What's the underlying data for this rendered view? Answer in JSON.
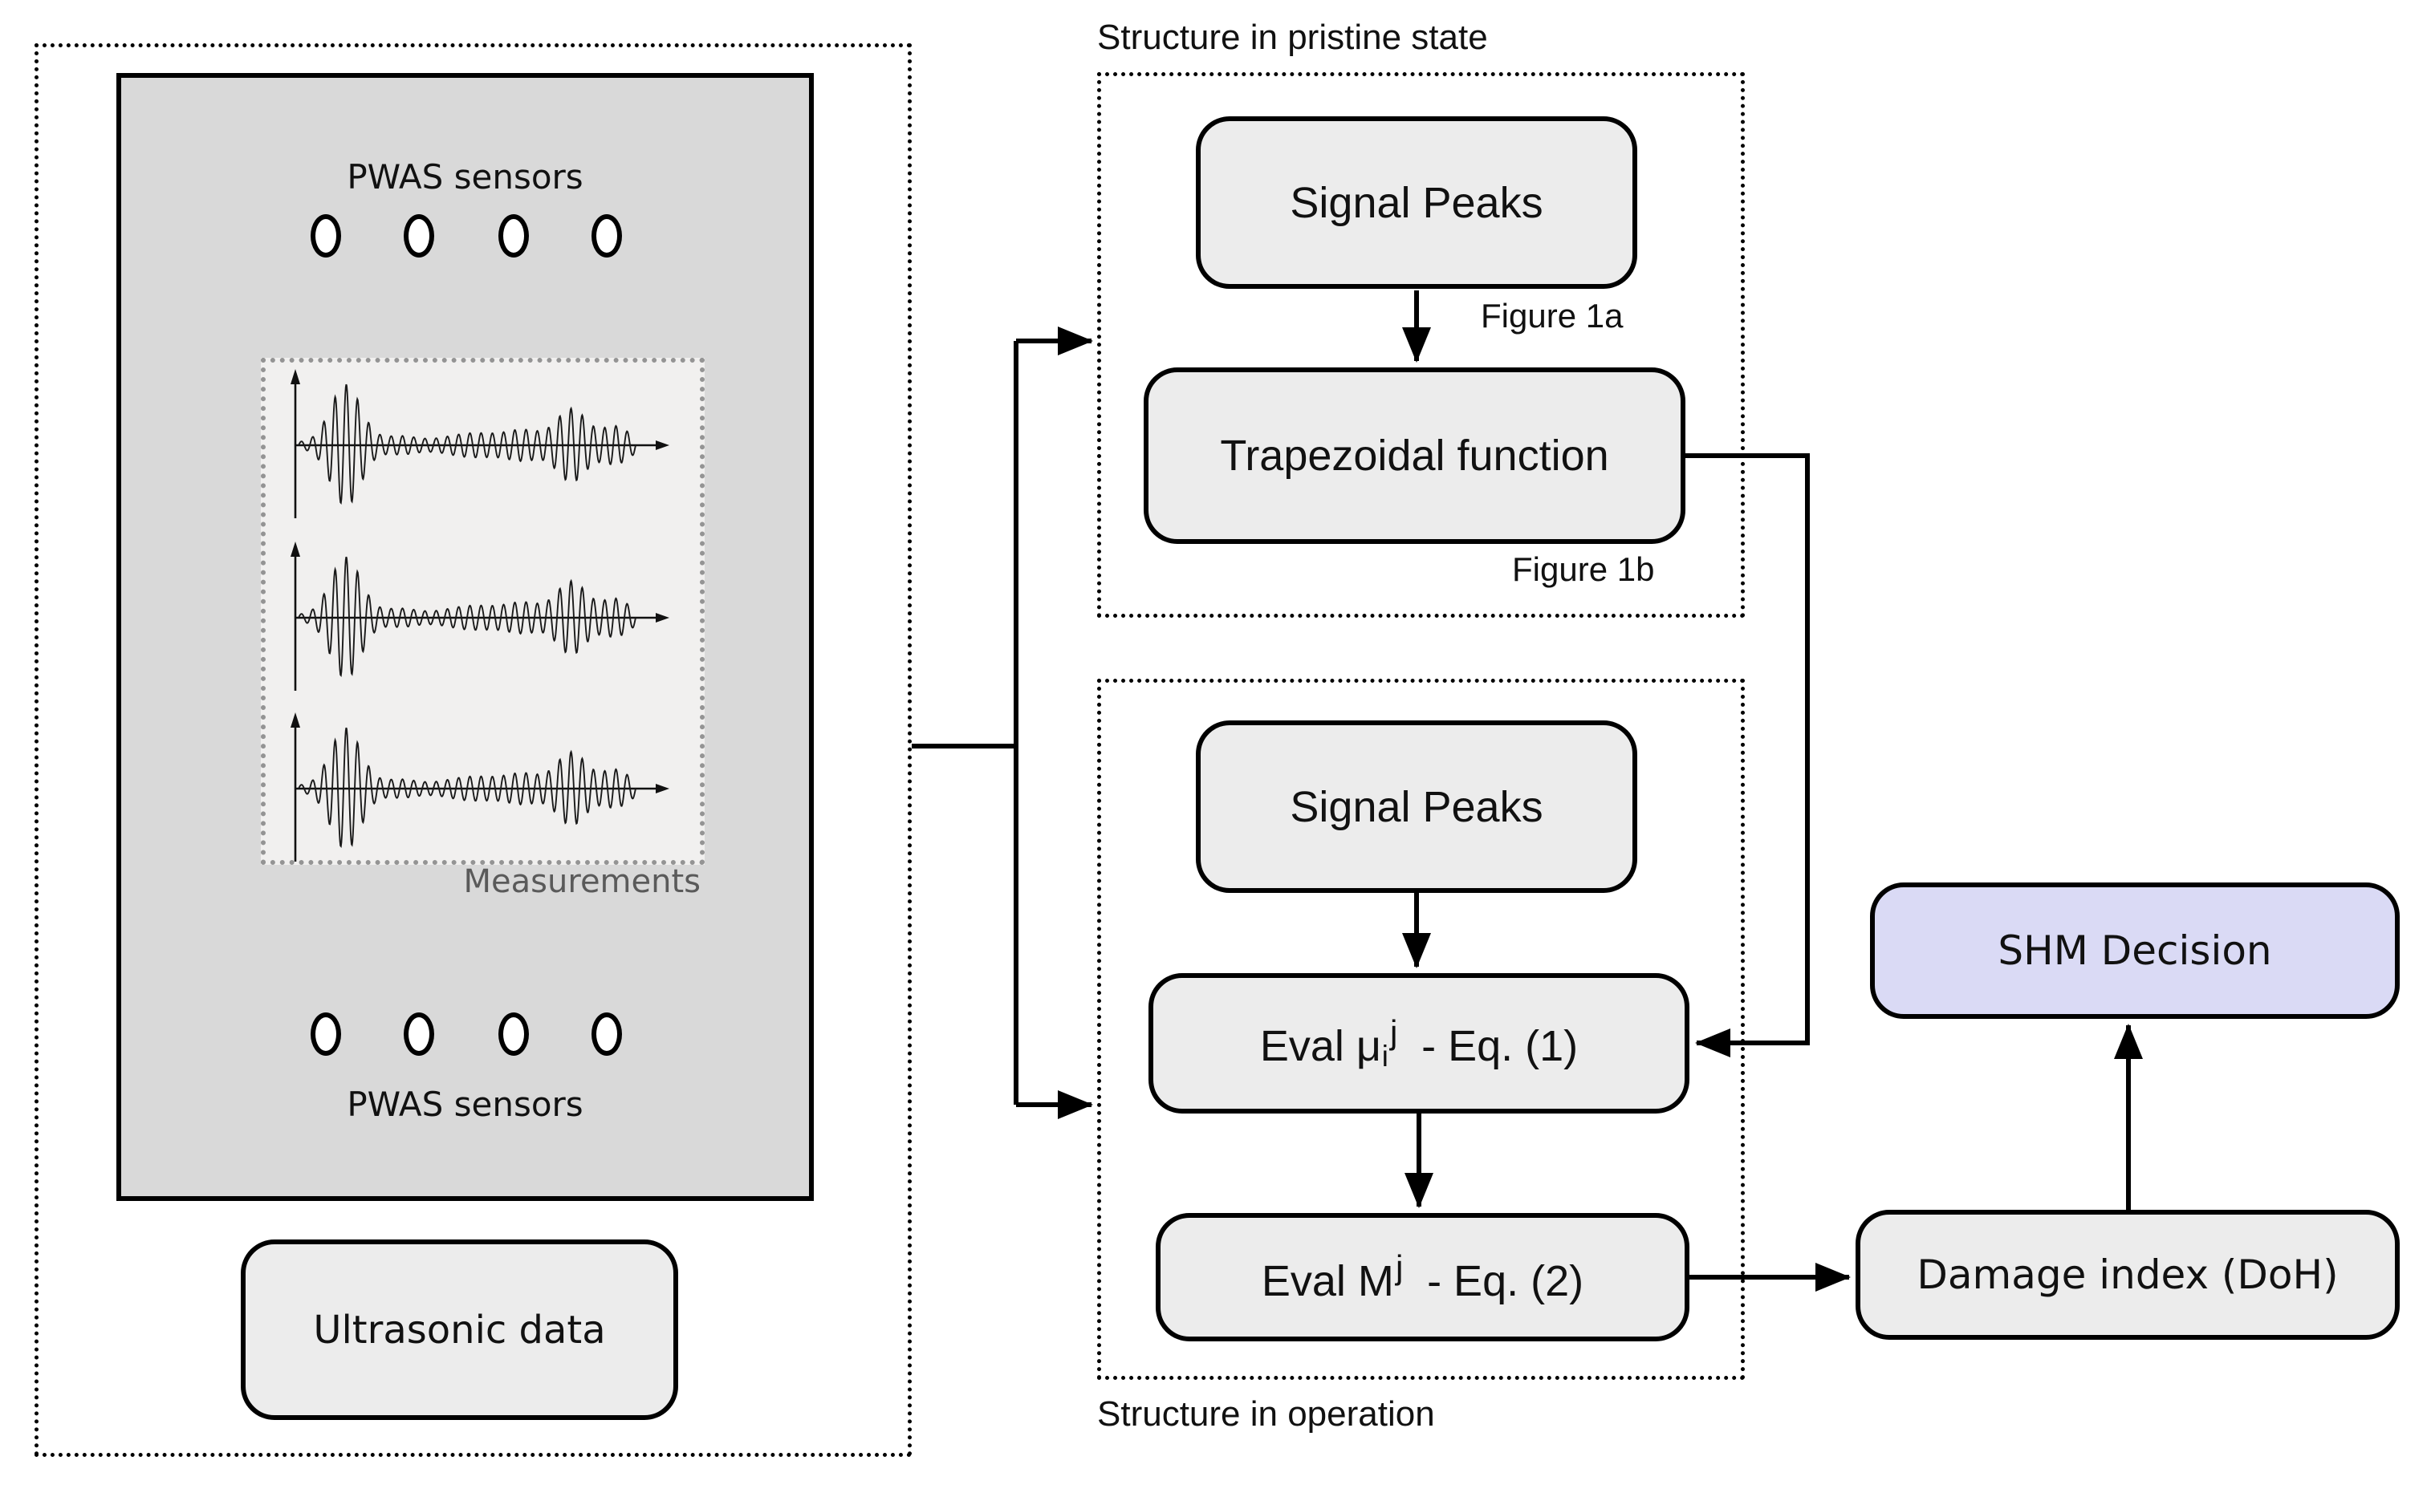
{
  "colors": {
    "panel": "#d9d9d9",
    "inset": "#f1f0ef",
    "box_fill": "#ececec",
    "decision_fill": "#dadaf5",
    "measure_text": "#5a5a5a"
  },
  "left": {
    "sensors_top": "PWAS sensors",
    "sensors_bottom": "PWAS sensors",
    "measurements": "Measurements",
    "ultrasonic": "Ultrasonic data",
    "sensor_count_per_row": 4
  },
  "pristine": {
    "title": "Structure in pristine state",
    "signal_peaks": "Signal Peaks",
    "figure_1a": "Figure 1a",
    "trapezoidal": "Trapezoidal function",
    "figure_1b": "Figure 1b"
  },
  "operation": {
    "title": "Structure in operation",
    "signal_peaks": "Signal Peaks",
    "eval_mu": {
      "pre": "Eval μ",
      "sub": "i",
      "sup": "j",
      "post": "- Eq. (1)"
    },
    "eval_m": {
      "pre": "Eval M",
      "sup": "j",
      "post": "- Eq. (2)"
    }
  },
  "output": {
    "damage_index": "Damage index (DoH)",
    "shm_decision": "SHM Decision"
  },
  "waveform": {
    "rows": 3,
    "freq": 30,
    "base": 0.05,
    "amplitude": 76,
    "packets": [
      [
        0.14,
        0.045,
        0.95
      ],
      [
        0.3,
        0.05,
        0.1
      ],
      [
        0.52,
        0.08,
        0.15
      ],
      [
        0.67,
        0.05,
        0.18
      ],
      [
        0.81,
        0.045,
        0.55
      ],
      [
        0.94,
        0.04,
        0.26
      ]
    ]
  }
}
